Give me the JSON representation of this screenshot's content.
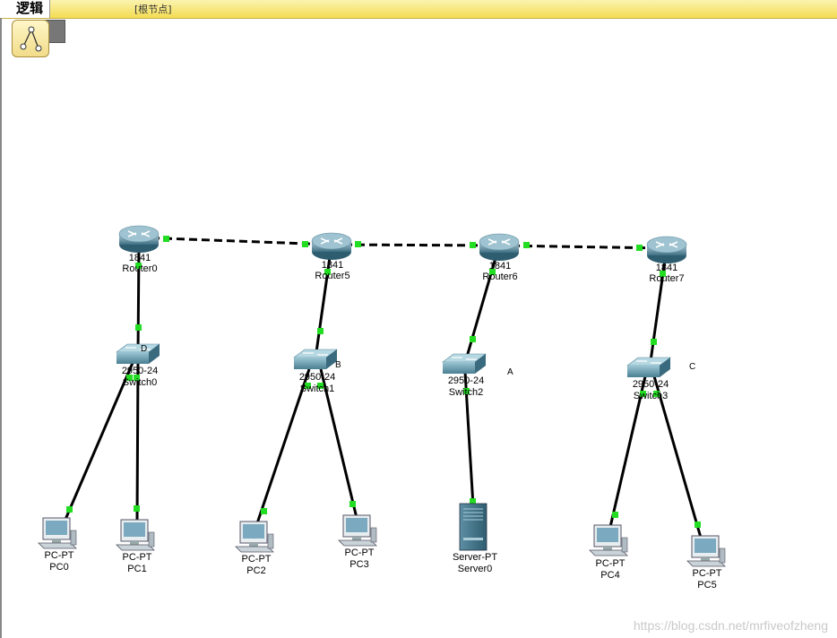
{
  "header": {
    "tab_title": "逻辑",
    "root_label": "[根节点]"
  },
  "watermark": "https://blog.csdn.net/mrfiveofzheng",
  "colors": {
    "link_dot": "#22dd22",
    "toolbar": "#f3dc52"
  },
  "devices": {
    "router0": {
      "model": "1841",
      "name": "Router0"
    },
    "router5": {
      "model": "1841",
      "name": "Router5"
    },
    "router6": {
      "model": "1841",
      "name": "Router6"
    },
    "router7": {
      "model": "1841",
      "name": "Router7"
    },
    "switch0": {
      "model": "2950-24",
      "name": "Switch0",
      "note": "D"
    },
    "switch1": {
      "model": "2950-24",
      "name": "Switch1",
      "note": "B"
    },
    "switch2": {
      "model": "2950-24",
      "name": "Switch2",
      "note": "A"
    },
    "switch3": {
      "model": "2950-24",
      "name": "Switch3",
      "note": "C"
    },
    "pc0": {
      "model": "PC-PT",
      "name": "PC0"
    },
    "pc1": {
      "model": "PC-PT",
      "name": "PC1"
    },
    "pc2": {
      "model": "PC-PT",
      "name": "PC2"
    },
    "pc3": {
      "model": "PC-PT",
      "name": "PC3"
    },
    "server0": {
      "model": "Server-PT",
      "name": "Server0"
    },
    "pc4": {
      "model": "PC-PT",
      "name": "PC4"
    },
    "pc5": {
      "model": "PC-PT",
      "name": "PC5"
    }
  }
}
